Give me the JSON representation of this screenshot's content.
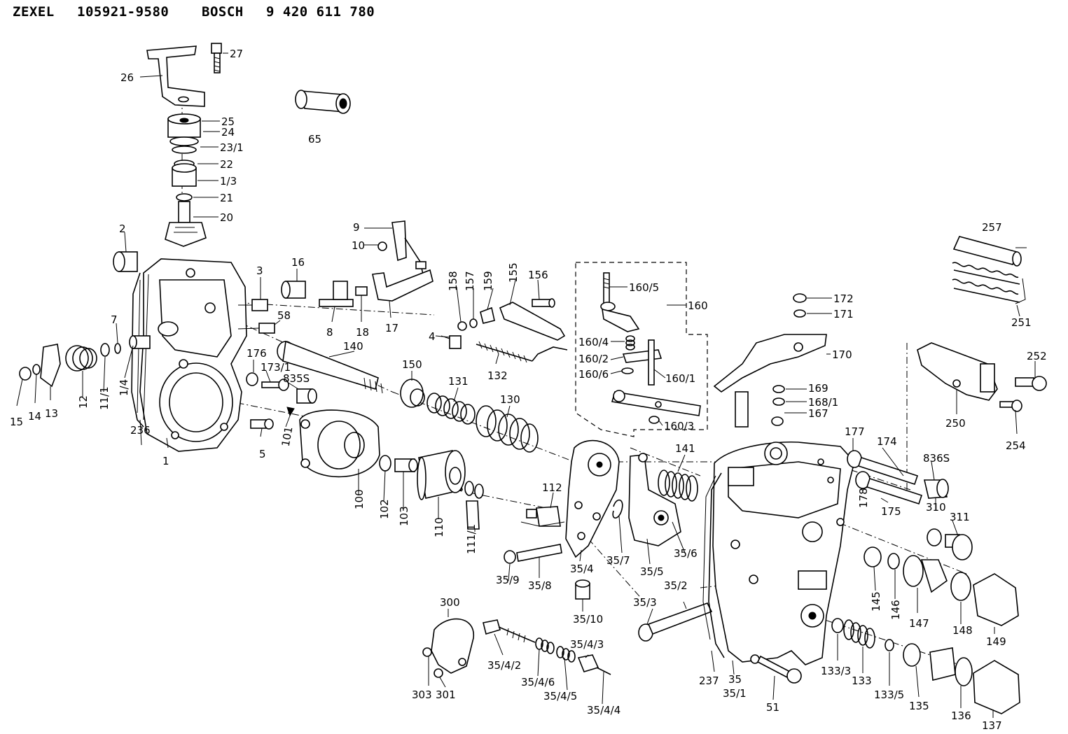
{
  "header": {
    "maker": "ZEXEL",
    "zexel_number": "105921-9580",
    "brand": "BOSCH",
    "bosch_number": "9 420 611 780"
  },
  "labels": {
    "l26": "26",
    "l27": "27",
    "l65": "65",
    "l25": "25",
    "l24": "24",
    "l23_1": "23/1",
    "l22": "22",
    "l1_3": "1/3",
    "l21": "21",
    "l20": "20",
    "l2": "2",
    "l3": "3",
    "l16": "16",
    "l58": "58",
    "l7": "7",
    "l15": "15",
    "l14": "14",
    "l13": "13",
    "l12": "12",
    "l11_1": "11/1",
    "l1_4": "1/4",
    "l176": "176",
    "l173_1": "173/1",
    "l835s": "835S",
    "l236": "236",
    "l1": "1",
    "l5": "5",
    "l101": "101",
    "l9": "9",
    "l10": "10",
    "l8": "8",
    "l18": "18",
    "l17": "17",
    "l140": "140",
    "l158": "158",
    "l157": "157",
    "l159": "159",
    "l155": "155",
    "l156": "156",
    "l4": "4",
    "l132": "132",
    "l150": "150",
    "l131": "131",
    "l130": "130",
    "l100": "100",
    "l102": "102",
    "l103": "103",
    "l110": "110",
    "l111_1": "111/1",
    "l112": "112",
    "l160_5": "160/5",
    "l160": "160",
    "l160_4": "160/4",
    "l160_2": "160/2",
    "l160_6": "160/6",
    "l160_1": "160/1",
    "l160_3": "160/3",
    "l141": "141",
    "l35_4": "35/4",
    "l35_7": "35/7",
    "l35_5": "35/5",
    "l35_6": "35/6",
    "l35_9": "35/9",
    "l35_8": "35/8",
    "l35_10": "35/10",
    "l35_3": "35/3",
    "l35_2": "35/2",
    "l300": "300",
    "l303": "303",
    "l301": "301",
    "l35_4_2": "35/4/2",
    "l35_4_6": "35/4/6",
    "l35_4_5": "35/4/5",
    "l35_4_3": "35/4/3",
    "l35_4_4": "35/4/4",
    "l172": "172",
    "l171": "171",
    "l170": "170",
    "l169": "169",
    "l168_1": "168/1",
    "l167": "167",
    "l177": "177",
    "l174": "174",
    "l836s": "836S",
    "l178": "178",
    "l175": "175",
    "l310": "310",
    "l311": "311",
    "l257": "257",
    "l251": "251",
    "l252": "252",
    "l250": "250",
    "l254": "254",
    "l145": "145",
    "l146": "146",
    "l147": "147",
    "l148": "148",
    "l149": "149",
    "l237": "237",
    "l35": "35",
    "l35_1": "35/1",
    "l51": "51",
    "l133_3": "133/3",
    "l133": "133",
    "l133_5": "133/5",
    "l135": "135",
    "l136": "136",
    "l137": "137"
  }
}
